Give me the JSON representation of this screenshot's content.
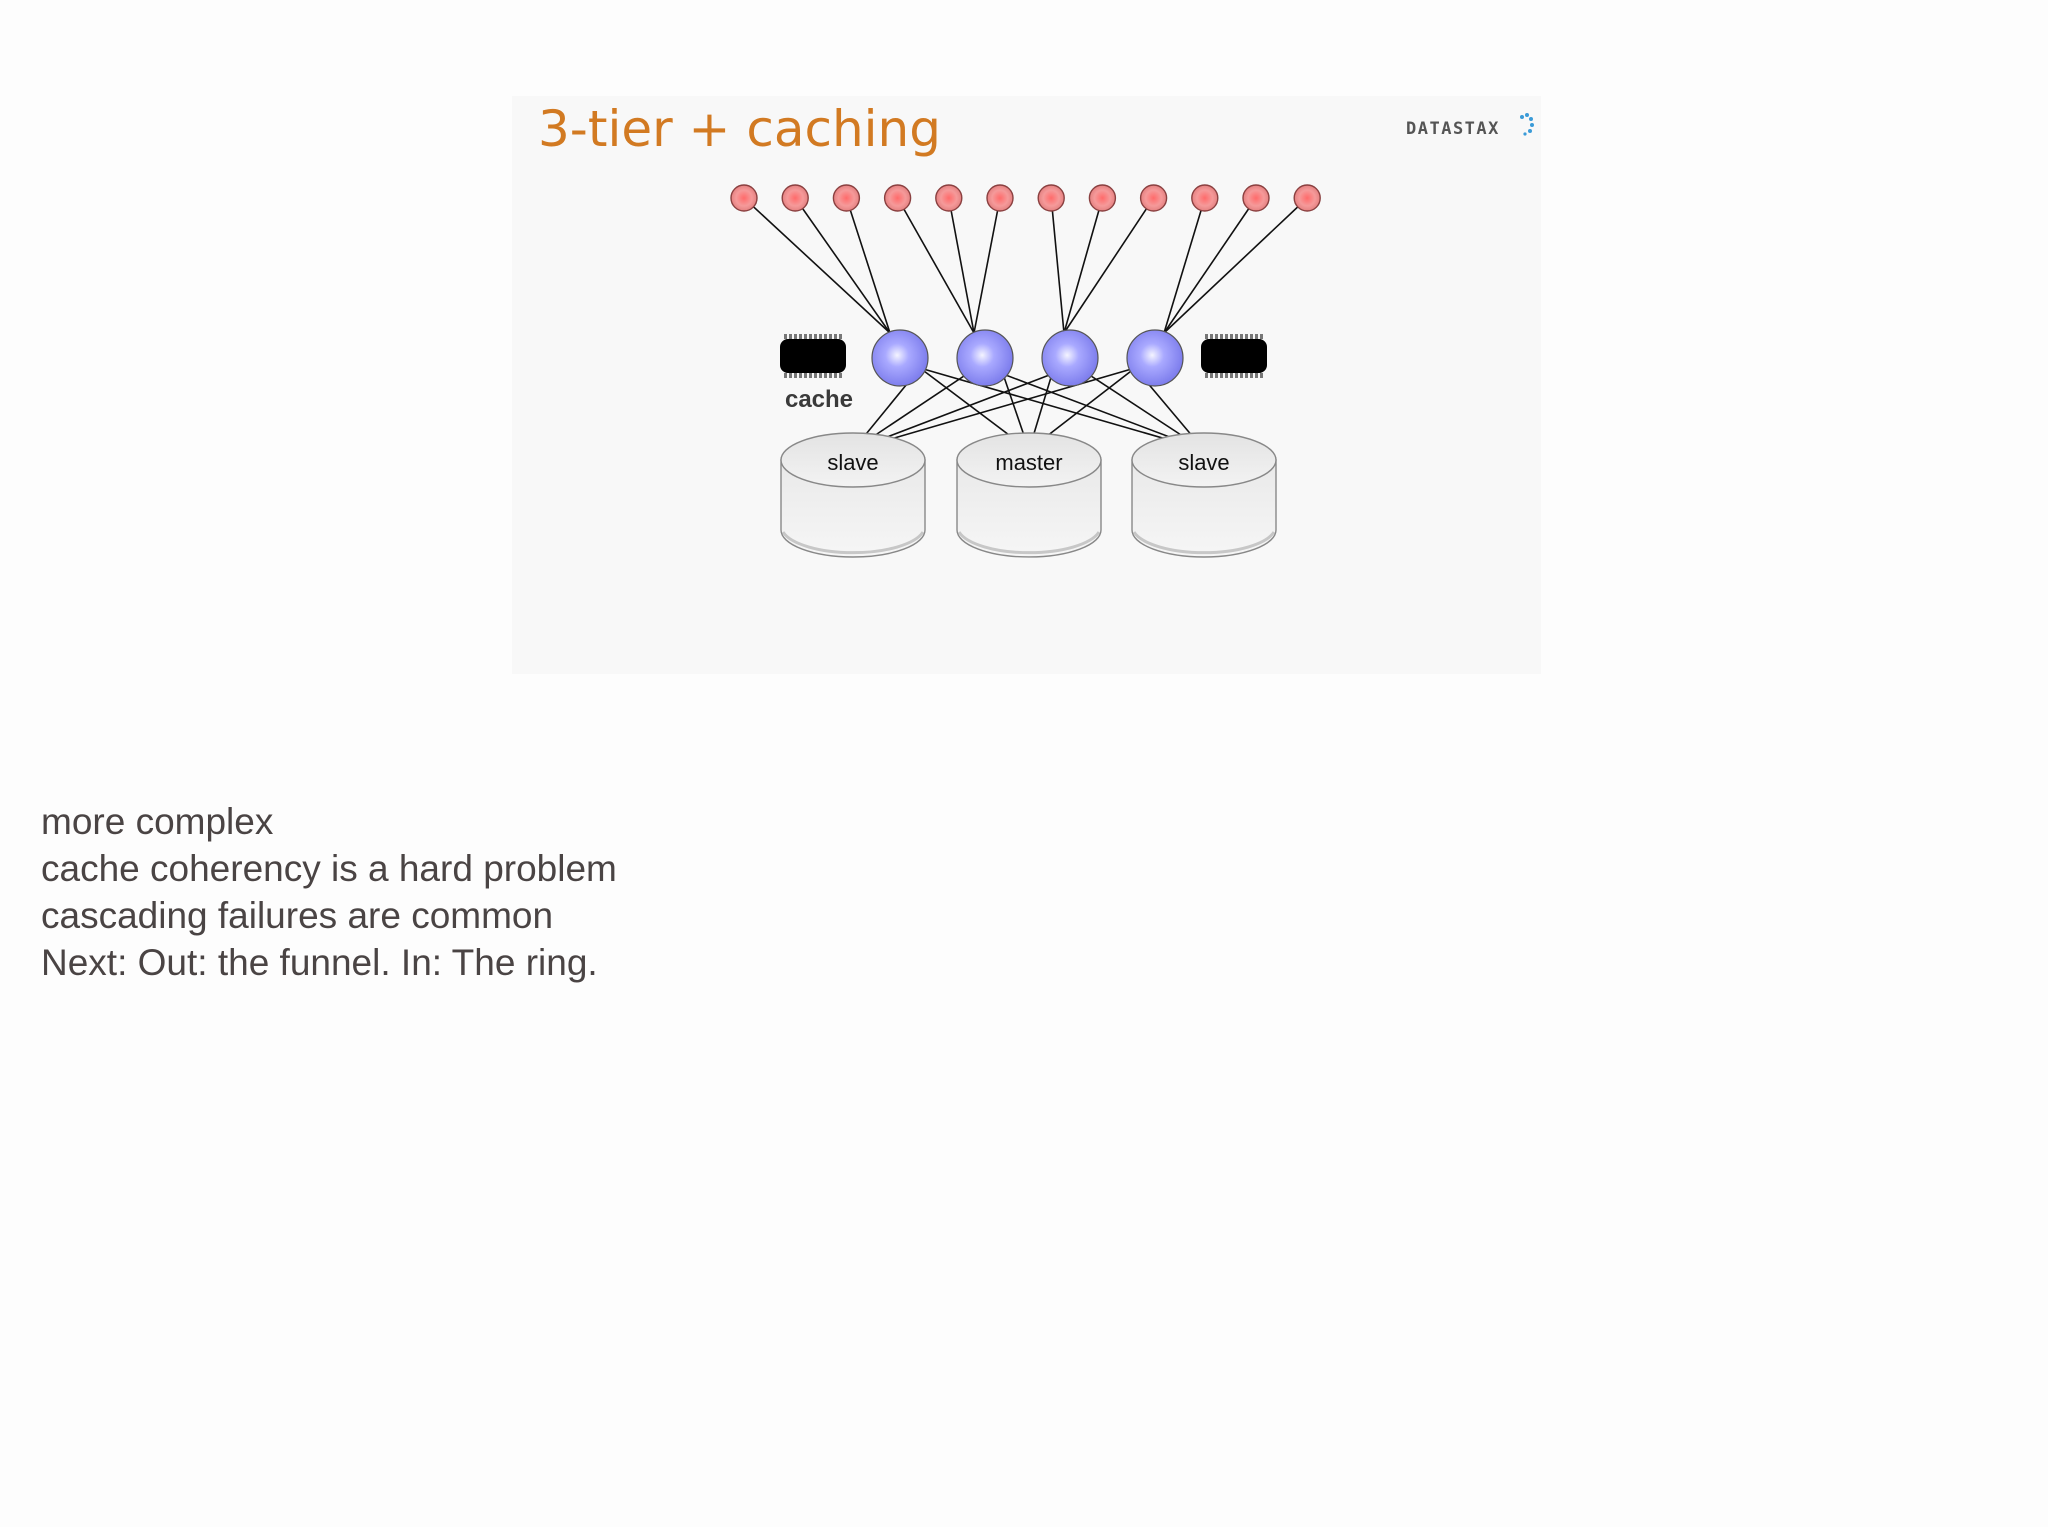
{
  "slide": {
    "title": "3-tier + caching",
    "logo_text": "DATASTAX",
    "diagram": {
      "client_count": 12,
      "app_server_count": 4,
      "cache_label": "cache",
      "databases": [
        {
          "label": "slave"
        },
        {
          "label": "master"
        },
        {
          "label": "slave"
        }
      ],
      "colors": {
        "client": "#f08a8a",
        "app_server": "#8c8cf5",
        "cache_chip": "#000000",
        "database": "#e2e2e2"
      }
    }
  },
  "notes": {
    "lines": [
      "more complex",
      "cache coherency is a hard problem",
      "cascading failures are common",
      "Next: Out: the funnel. In: The ring."
    ]
  }
}
